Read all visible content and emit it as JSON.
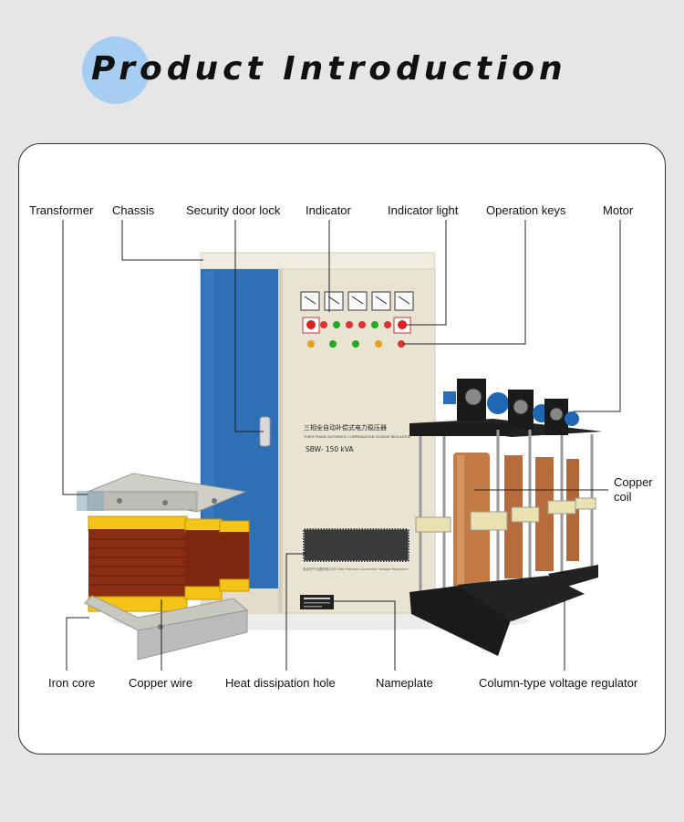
{
  "title": "Product Introduction",
  "labels": {
    "transformer": "Transformer",
    "chassis": "Chassis",
    "security_door_lock": "Security door lock",
    "indicator": "Indicator",
    "indicator_light": "Indicator light",
    "operation_keys": "Operation keys",
    "motor": "Motor",
    "copper_coil": "Copper coil",
    "iron_core": "Iron core",
    "copper_wire": "Copper wire",
    "heat_dissipation_hole": "Heat dissipation hole",
    "nameplate": "Nameplate",
    "column_regulator": "Column-type voltage regulator"
  },
  "cabinet": {
    "panel_text_cn": "三相全自动补偿式电力稳压器",
    "panel_text_en": "THREE PHASE AUTOMATIC COMPENSATION VOLTAGE REGULATOR",
    "model": "SBW- 150 kVA",
    "maker_line": "某某电气设备有限公司 High Precision Automatic Voltage Regulator"
  },
  "colors": {
    "cabinet_blue": "#2f6fb5",
    "cabinet_beige": "#e9e3d2",
    "coil_brown": "#8a2d12",
    "coil_yellow": "#f4c418",
    "accent_circle": "#a6cdf2"
  }
}
